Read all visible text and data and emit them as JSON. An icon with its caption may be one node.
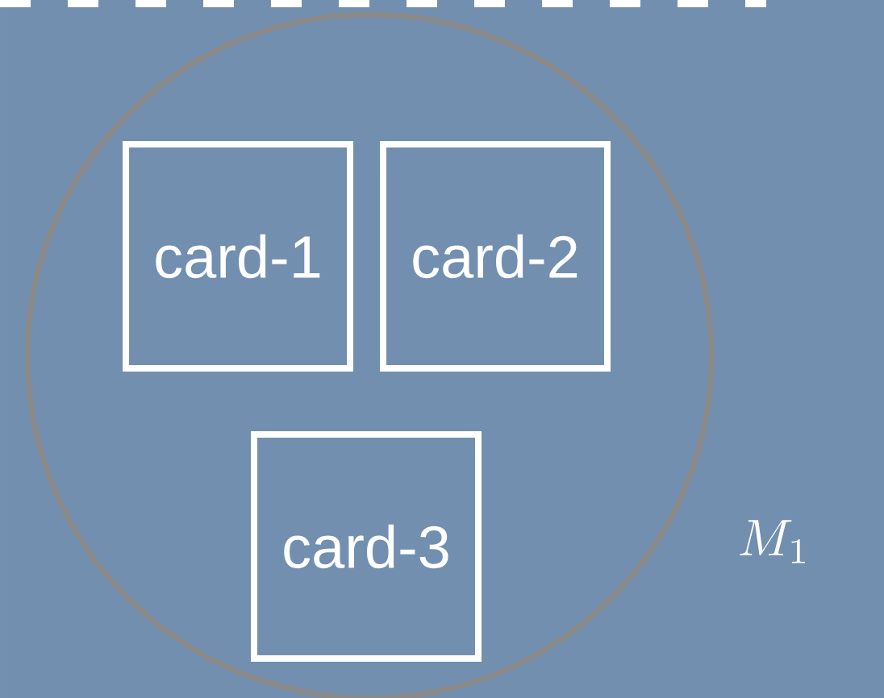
{
  "diagram": {
    "nodes": [
      {
        "text": [],
        "shape": "circle",
        "beside": [
          "M_1"
        ]
      },
      {
        "text": [
          "card-1"
        ],
        "in": 0
      },
      {
        "text": [
          "card-2"
        ],
        "in": 0
      },
      {
        "text": [
          "card-3"
        ],
        "in": 0
      }
    ]
  }
}
